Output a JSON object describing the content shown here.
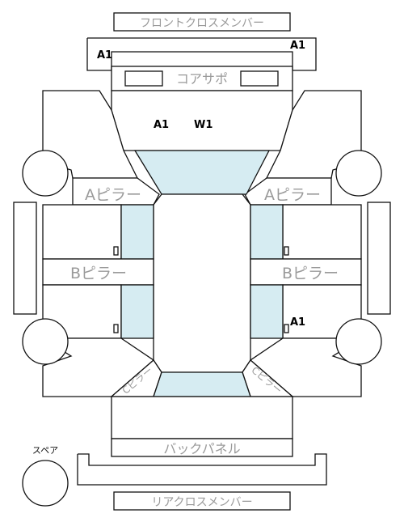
{
  "colors": {
    "glass": "#d6ecf2",
    "outline": "#111111",
    "label": "#9a9a9a",
    "mark": "#000000"
  },
  "parts": {
    "front_cross_member": "フロントクロスメンバー",
    "core_support": "コアサポ",
    "a_pillar_left": "Aピラー",
    "a_pillar_right": "Aピラー",
    "b_pillar_left": "Bピラー",
    "b_pillar_right": "Bピラー",
    "back_panel": "バックパネル",
    "rear_cross_member": "リアクロスメンバー",
    "spare": "スペア",
    "c_pillar_left": "Cピラー",
    "c_pillar_right": "Cピラー"
  },
  "marks": {
    "front_member_left": "A1",
    "front_member_right": "A1",
    "hood_a1": "A1",
    "hood_w1": "W1",
    "rear_right_door": "A1"
  }
}
